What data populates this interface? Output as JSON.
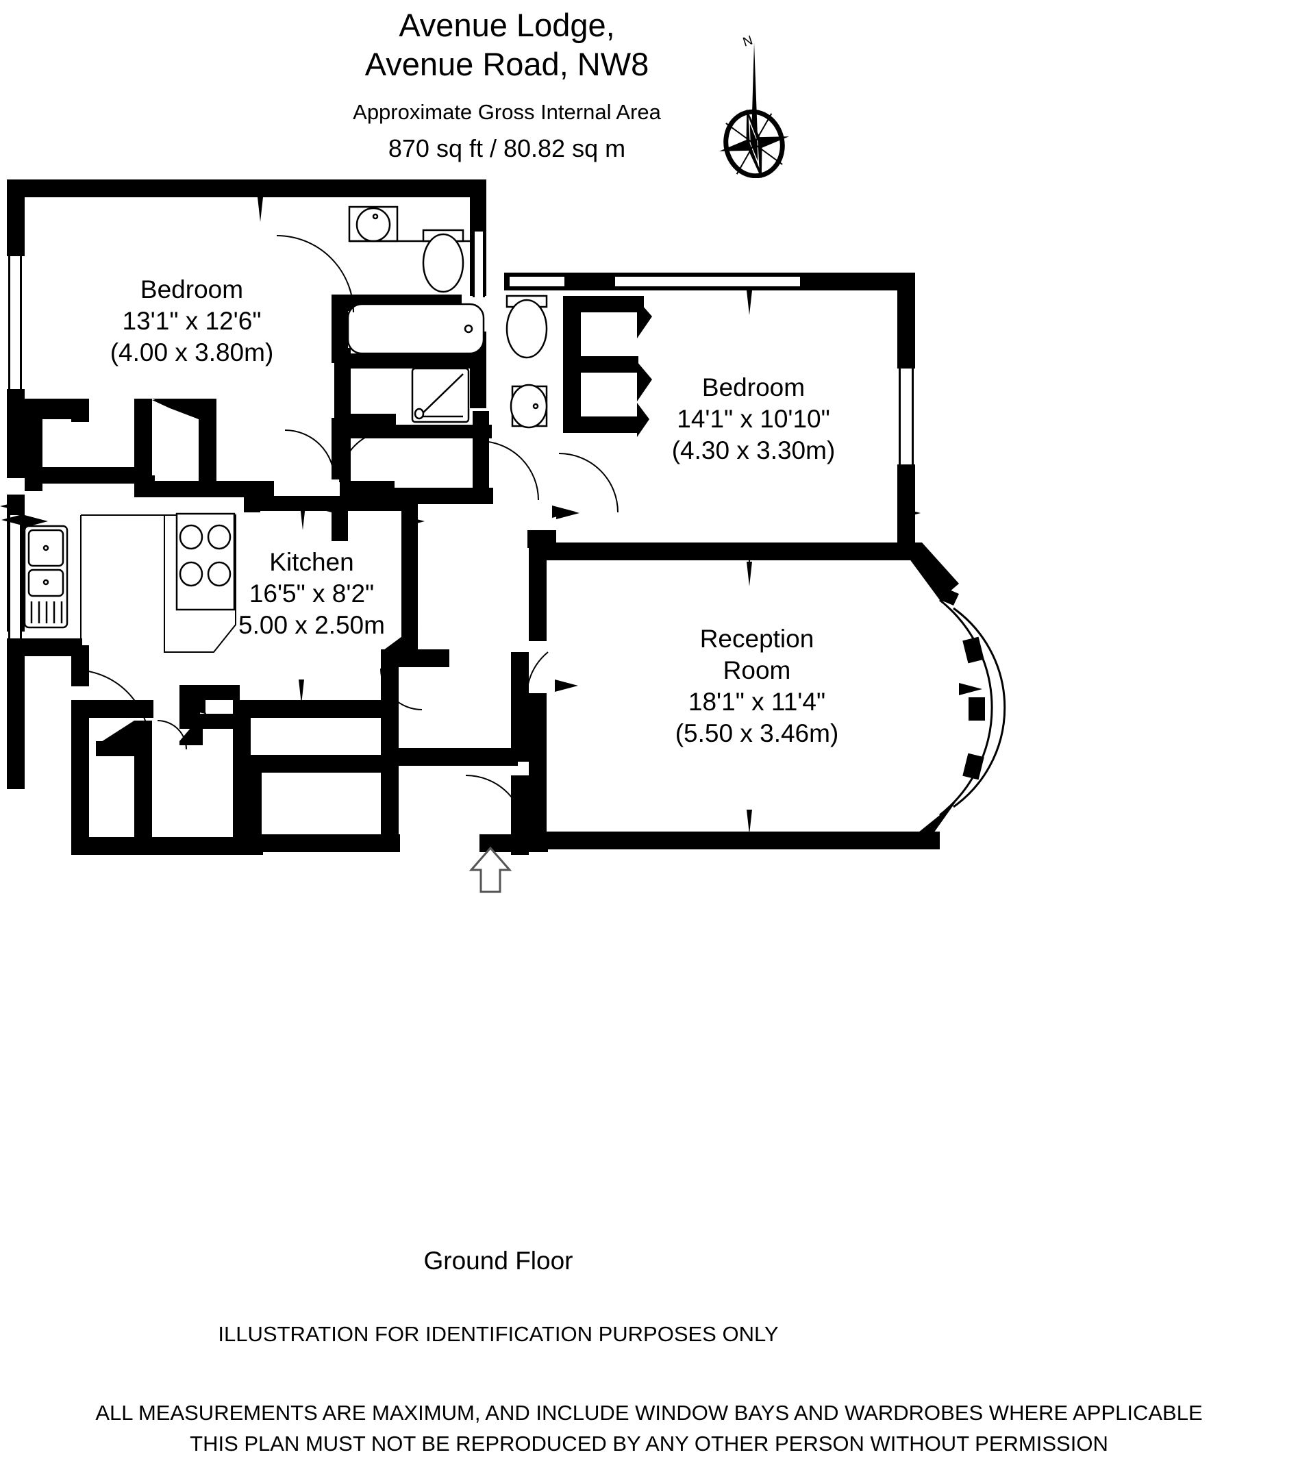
{
  "header": {
    "title_line1": "Avenue Lodge,",
    "title_line2": "Avenue Road, NW8",
    "subtitle": "Approximate Gross Internal Area",
    "area": "870 sq ft  /  80.82 sq m"
  },
  "compass": {
    "north_label": "N",
    "icon": "compass-rose-icon"
  },
  "rooms": [
    {
      "name": "Bedroom",
      "name2": "",
      "imperial": "13'1\" x 12'6\"",
      "metric": "(4.00 x 3.80m)"
    },
    {
      "name": "Bedroom",
      "name2": "",
      "imperial": "14'1\" x 10'10\"",
      "metric": "(4.30 x 3.30m)"
    },
    {
      "name": "Kitchen",
      "name2": "",
      "imperial": "16'5\" x 8'2\"",
      "metric": "5.00 x 2.50m"
    },
    {
      "name": "Reception",
      "name2": "Room",
      "imperial": "18'1\" x 11'4\"",
      "metric": "(5.50 x 3.46m)"
    }
  ],
  "footer": {
    "floor": "Ground Floor",
    "illustration": "ILLUSTRATION FOR IDENTIFICATION PURPOSES ONLY",
    "disclaimer_line1": "ALL MEASUREMENTS ARE MAXIMUM, AND INCLUDE WINDOW BAYS AND WARDROBES WHERE APPLICABLE",
    "disclaimer_line2": "THIS PLAN MUST NOT BE REPRODUCED BY ANY OTHER PERSON WITHOUT PERMISSION"
  },
  "colors": {
    "wall": "#000000",
    "background": "#ffffff",
    "fixture_line": "#1a1a1a"
  },
  "fixtures": [
    "bathtub-icon",
    "toilet-icon",
    "washbasin-icon",
    "shower-tray-icon",
    "kitchen-sink-icon",
    "hob-icon",
    "door-swing-icon",
    "entrance-arrow-icon"
  ]
}
